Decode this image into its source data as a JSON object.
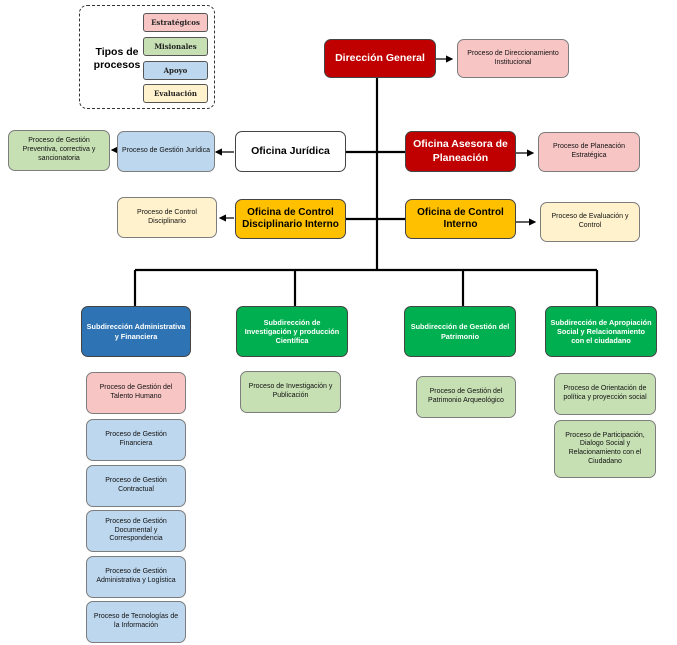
{
  "legend": {
    "title": "Tipos de procesos",
    "items": [
      {
        "label": "Estratégicos",
        "color": "#f8c5c5"
      },
      {
        "label": "Misionales",
        "color": "#c6e0b4"
      },
      {
        "label": "Apoyo",
        "color": "#bdd7ee"
      },
      {
        "label": "Evaluación",
        "color": "#fff2cc"
      }
    ]
  },
  "colors": {
    "direccion": "#c00000",
    "oficina_control": "#ffc000",
    "subdireccion_apoyo": "#2e74b5",
    "subdireccion_misional": "#00b050",
    "connector": "#000000"
  },
  "units": {
    "direccion_general": "Dirección General",
    "oficina_juridica": "Oficina Jurídica",
    "oficina_asesora_planeacion": "Oficina Asesora de Planeación",
    "oficina_control_disciplinario": "Oficina de Control Disciplinario Interno",
    "oficina_control_interno": "Oficina de Control Interno",
    "sub_administrativa": "Subdirección Administrativa y Financiera",
    "sub_investigacion": "Subdirección de Investigación y producción Científica",
    "sub_patrimonio": "Subdirección de Gestión del Patrimonio",
    "sub_apropiacion": "Subdirección de Apropiación Social y Relacionamiento con el ciudadano"
  },
  "processes": {
    "direccionamiento": "Proceso de Direccionamiento Institucional",
    "gestion_preventiva": "Proceso de Gestión Preventiva, correctiva y sancionatoria",
    "gestion_juridica": "Proceso de  Gestión Jurídica",
    "planeacion_estrategica": "Proceso de Planeación Estratégica",
    "control_disciplinario": "Proceso de Control Disciplinario",
    "evaluacion_control": "Proceso de  Evaluación y Control",
    "talento_humano": "Proceso de  Gestión del Talento Humano",
    "gestion_financiera": "Proceso de Gestión Financiera",
    "gestion_contractual": "Proceso de Gestión Contractual",
    "gestion_documental": "Proceso de Gestión Documental y Correspondencia",
    "gestion_administrativa": "Proceso de Gestión Administrativa y Logística",
    "tecnologias": "Proceso de Tecnologías de la Información",
    "investigacion": "Proceso de Investigación y Publicación",
    "patrimonio": "Proceso de Gestión del Patrimonio Arqueológico",
    "orientacion_politica": "Proceso de  Orientación de política y proyección social",
    "participacion": "Proceso de Participación, Dialogo Social y Relacionamiento con el Ciudadano"
  }
}
